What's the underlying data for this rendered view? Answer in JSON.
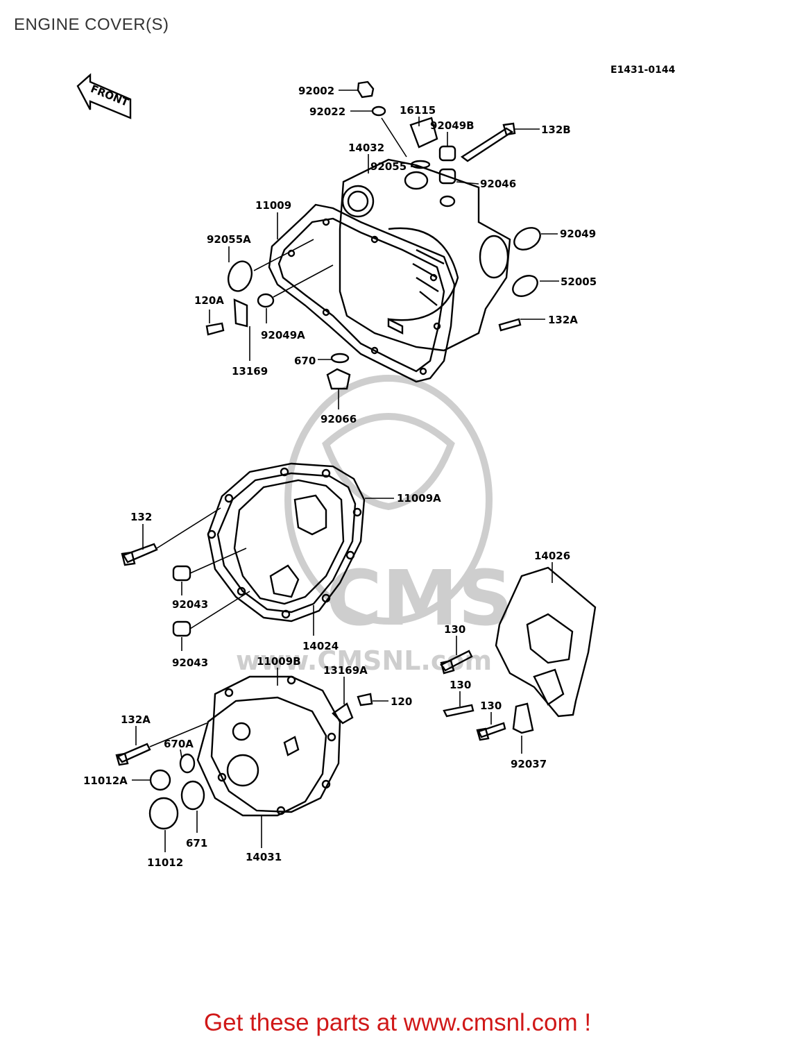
{
  "page_title": "ENGINE COVER(S)",
  "diagram_code": "E1431-0144",
  "front_label": "FRONT",
  "watermark": {
    "logo_text": "CMS",
    "url_text": "www.CMSNL.com"
  },
  "footer": {
    "text": "Get these parts at www.cmsnl.com !"
  },
  "colors": {
    "footer": "#d01818",
    "watermark": "#c9c9c9"
  },
  "part_labels": {
    "p92002": "92002",
    "p92022": "92022",
    "p16115": "16115",
    "p92049B": "92049B",
    "p132B": "132B",
    "p14032": "14032",
    "p92055": "92055",
    "p92046": "92046",
    "p11009": "11009",
    "p92055A": "92055A",
    "p92049": "92049",
    "p52005": "52005",
    "p120A": "120A",
    "p92049A": "92049A",
    "p132A_top": "132A",
    "p13169": "13169",
    "p670": "670",
    "p92066": "92066",
    "p11009A": "11009A",
    "p132": "132",
    "p14026": "14026",
    "p92043_a": "92043",
    "p92043_b": "92043",
    "p14024": "14024",
    "p130_a": "130",
    "p11009B": "11009B",
    "p13169A": "13169A",
    "p120": "120",
    "p130_b": "130",
    "p132A_bot": "132A",
    "p130_c": "130",
    "p670A": "670A",
    "p11012A": "11012A",
    "p92037": "92037",
    "p671": "671",
    "p14031": "14031",
    "p11012": "11012"
  }
}
